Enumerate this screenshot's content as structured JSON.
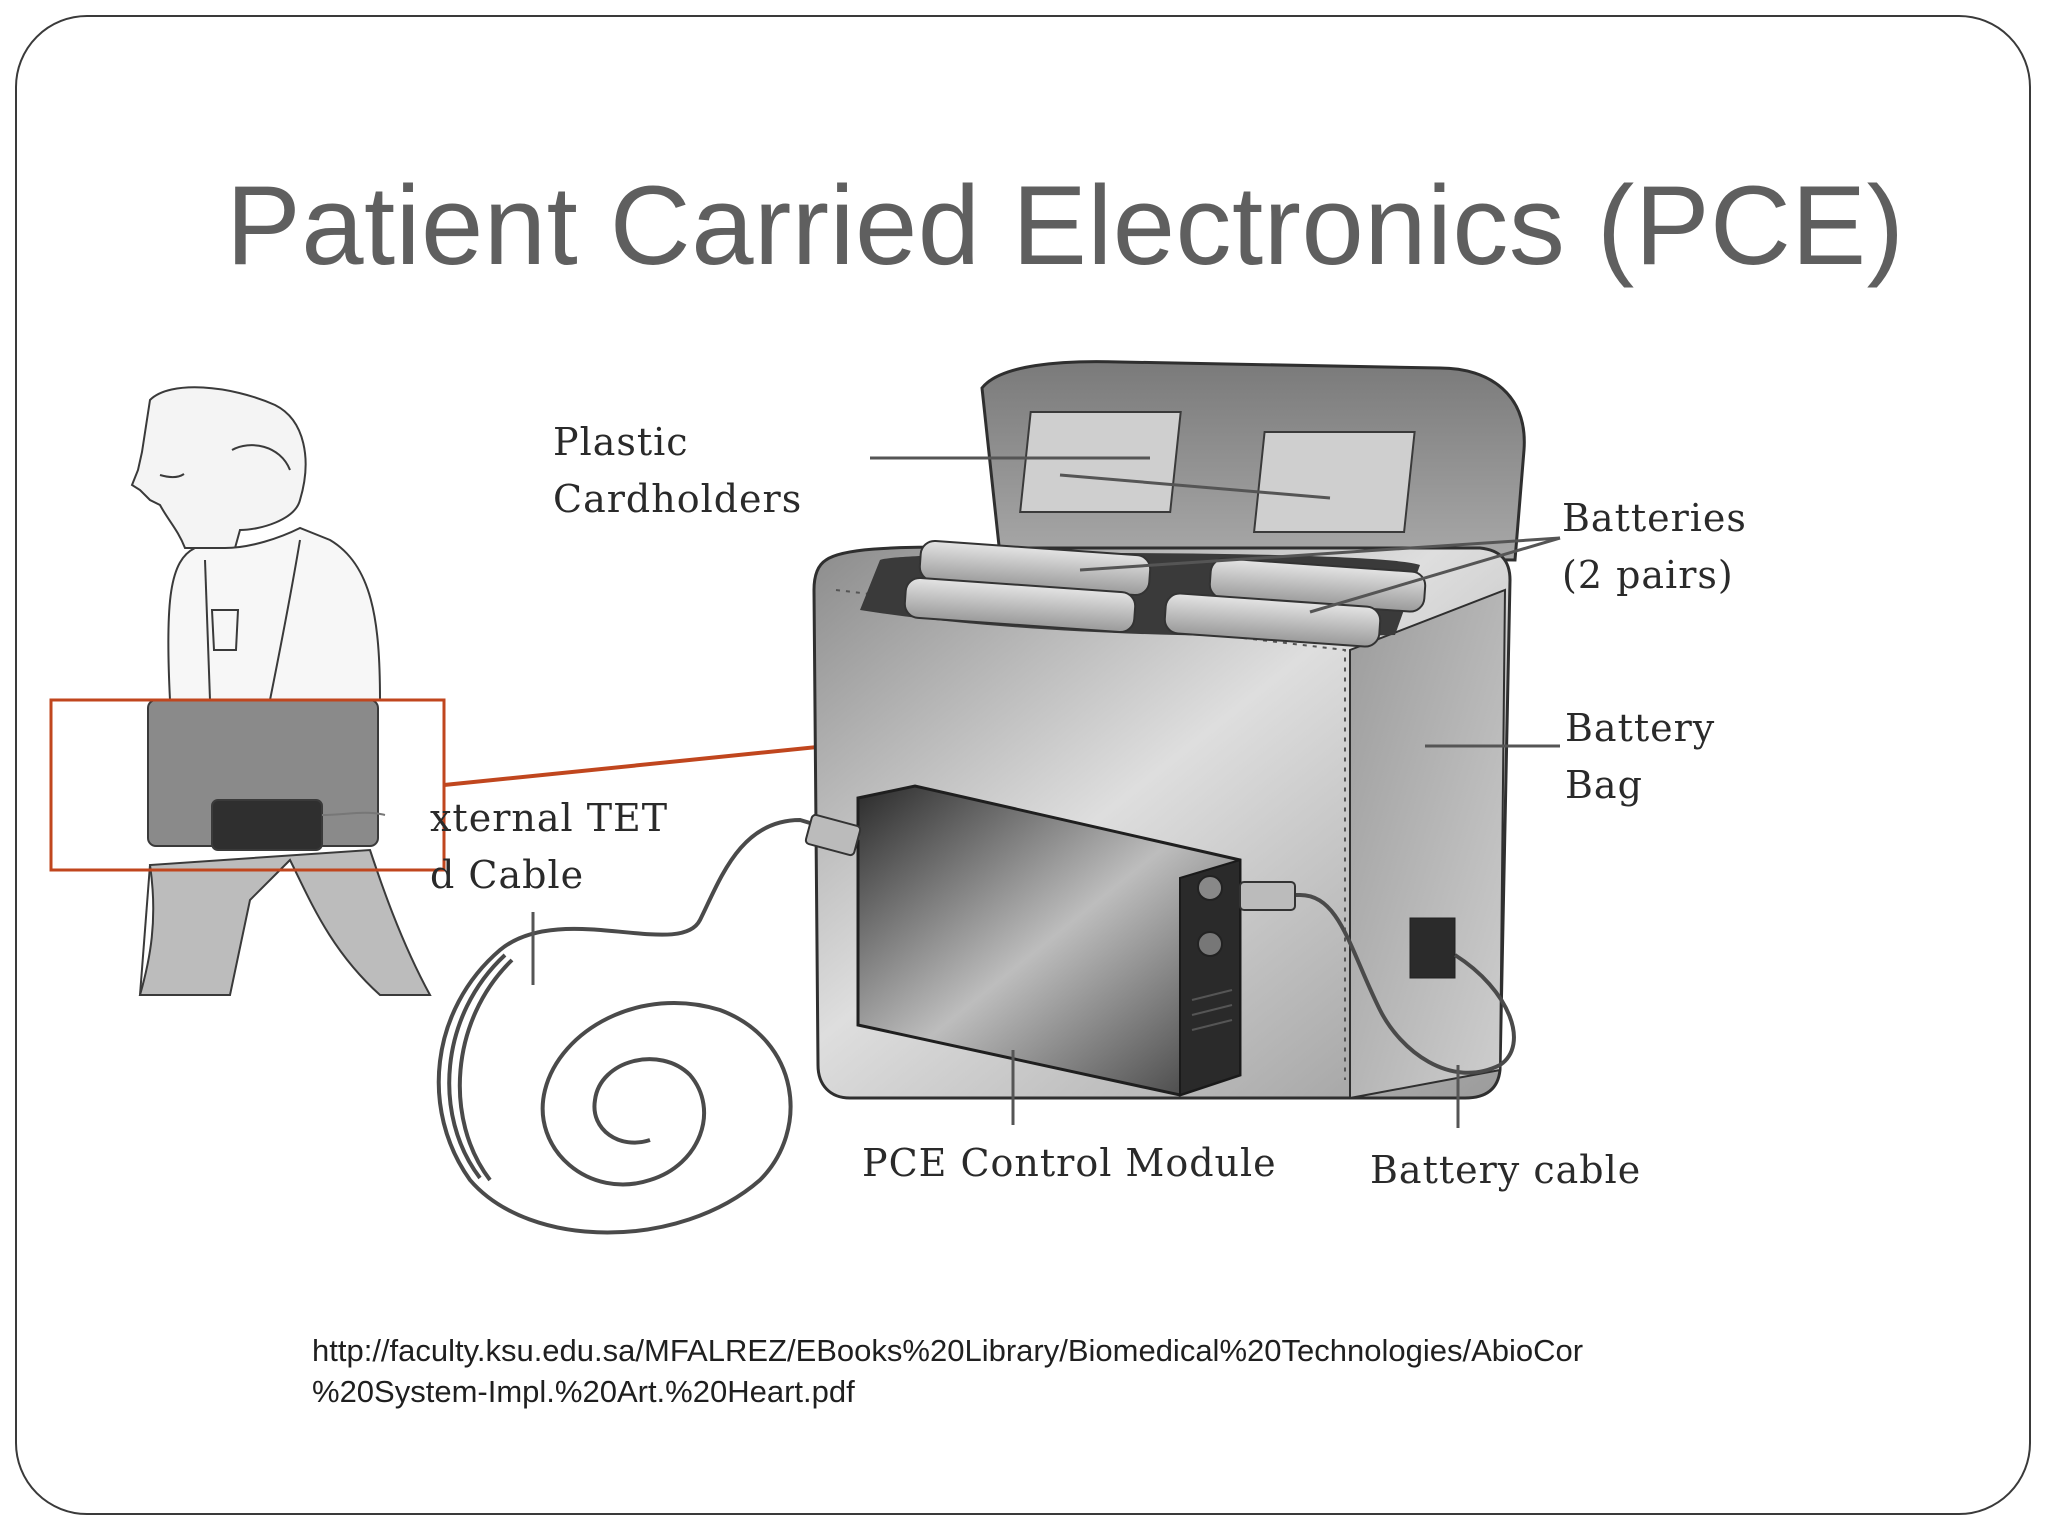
{
  "slide": {
    "title": "Patient Carried Electronics (PCE)",
    "labels": {
      "plastic_cardholders": "Plastic\nCardholders",
      "batteries": "Batteries\n(2 pairs)",
      "battery_bag": "Battery\nBag",
      "external_tet_cable": "xternal TET\nd Cable",
      "pce_control_module": "PCE Control Module",
      "battery_cable": "Battery cable"
    },
    "source_url_line1": "http://faculty.ksu.edu.sa/MFALREZ/EBooks%20Library/Biomedical%20Technologies/AbioCor",
    "source_url_line2": "%20System-Impl.%20Art.%20Heart.pdf"
  },
  "colors": {
    "highlight": "#c0461e",
    "title": "#5f5f5f"
  }
}
